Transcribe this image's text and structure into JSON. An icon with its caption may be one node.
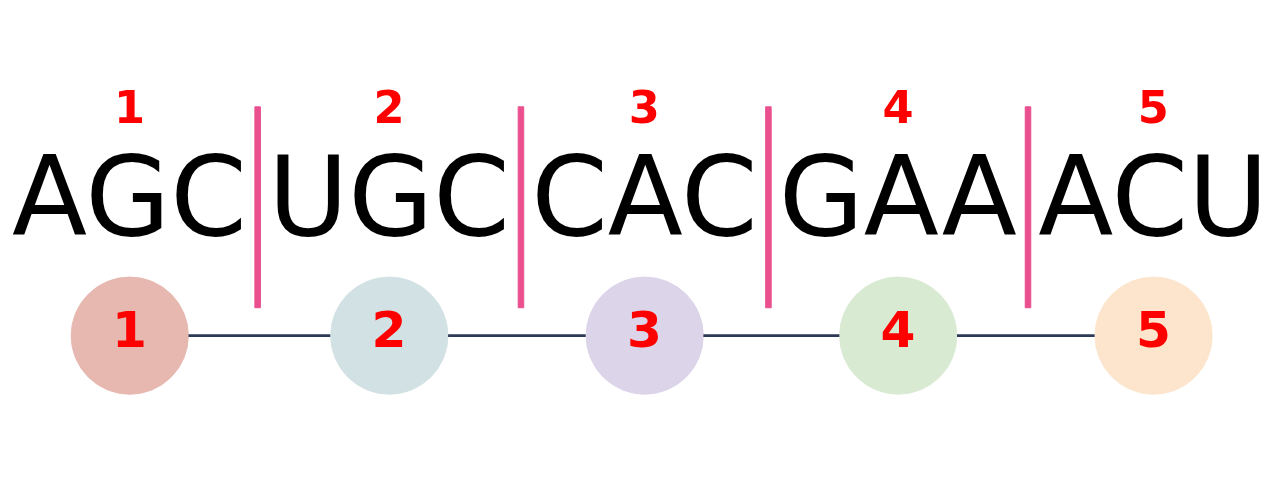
{
  "diagram": {
    "nodes": [
      {
        "text": [
          "1"
        ]
      },
      {
        "text": [
          "2"
        ]
      },
      {
        "text": [
          "3"
        ]
      },
      {
        "text": [
          "4"
        ]
      },
      {
        "text": [
          "5"
        ]
      }
    ],
    "edges": [
      {
        "from": 0,
        "to": 1,
        "arrow": "none"
      },
      {
        "from": 1,
        "to": 2,
        "arrow": "none"
      },
      {
        "from": 2,
        "to": 3,
        "arrow": "none"
      },
      {
        "from": 3,
        "to": 4,
        "arrow": "none"
      }
    ],
    "labels": [
      "1",
      "2",
      "3",
      "4",
      "5",
      "AGC",
      "UGC",
      "CAC",
      "GAA",
      "ACU"
    ]
  }
}
